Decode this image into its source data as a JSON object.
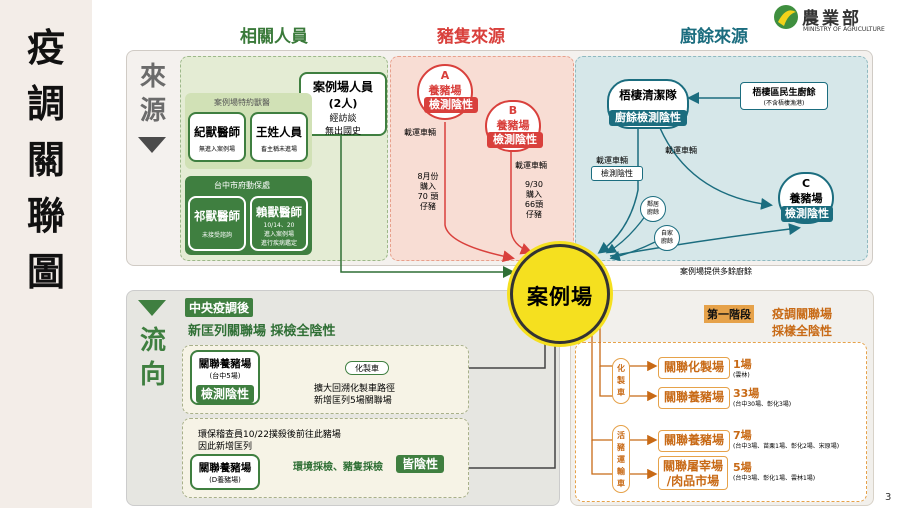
{
  "side_title": "疫調關聯圖",
  "page_number": "3",
  "logo": {
    "text": "農業部",
    "subtext": "MINISTRY OF AGRICULTURE"
  },
  "headers": {
    "related_people": "相關人員",
    "pig_source": "豬隻來源",
    "swill_source": "廚餘來源"
  },
  "source_label": [
    "來",
    "源"
  ],
  "flow_label": [
    "流",
    "向"
  ],
  "center": "案例場",
  "people": {
    "case_farm_person": {
      "title": "案例場人員",
      "count": "(2人)",
      "note1": "經訪談",
      "note2": "無出國史"
    },
    "special_vet_label": "案例場特約獸醫",
    "vet_ji": {
      "name": "紀獸醫師",
      "note": "無進入案例場"
    },
    "vet_wang": {
      "name": "王姓人員",
      "note": "畜主稱未進場"
    },
    "gov_vet_label": "台中市府動保處",
    "vet_qi": {
      "name": "祁獸醫師",
      "note": "未接受諮詢"
    },
    "vet_lai": {
      "name": "賴獸醫師",
      "note1": "10/14、20",
      "note2": "進入案例場",
      "note3": "進行疾病鑑定"
    }
  },
  "pig": {
    "farm_a": {
      "letter": "A",
      "name": "養豬場",
      "status": "檢測陰性"
    },
    "farm_b": {
      "letter": "B",
      "name": "養豬場",
      "status": "檢測陰性"
    },
    "vehicle_a": "載運車輛",
    "vehicle_b": "載運車輛",
    "purchase_a": [
      "8月份",
      "購入",
      "70 頭",
      "仔豬"
    ],
    "purchase_b": [
      "9/30",
      "購入",
      "66頭",
      "仔豬"
    ]
  },
  "swill": {
    "cleaning_team": "梧棲清潔隊",
    "cleaning_status": "廚餘檢測陰性",
    "residents": {
      "title": "梧棲區民生廚餘",
      "note": "(不含梧棲漁港)"
    },
    "vehicle_left": "載運車輛",
    "vehicle_right": "載運車輛",
    "vehicle_status": "檢測陰性",
    "neighbor": [
      "鄰居",
      "廚餘"
    ],
    "self_prepared": [
      "自家",
      "廚餘"
    ],
    "farm_c": {
      "letter": "C",
      "name": "養豬場",
      "status": "檢測陰性"
    },
    "extra_swill": "案例場提供多餘廚餘"
  },
  "flow_left": {
    "heading1": "中央疫調後",
    "heading2": "新匡列關聯場 採檢全陰性",
    "related_farm": {
      "name": "關聯養豬場",
      "note": "(台中5場)",
      "status": "檢測陰性"
    },
    "rendering_truck": "化製車",
    "rendering_note1": "擴大回溯化製車路徑",
    "rendering_note2": "新增匡列5場關聯場",
    "env_note1": "環保稽查員10/22撲殺後前往此豬場",
    "env_note2": "因此新增匡列",
    "farm_d": {
      "name": "關聯養豬場",
      "note": "(D養豬場)"
    },
    "sampling": "環境採檢、豬隻採檢",
    "sampling_result": "皆陰性"
  },
  "flow_right": {
    "stage_tag": "第一階段",
    "stage_title1": "疫調關聯場",
    "stage_title2": "採樣全陰性",
    "rendering_truck_vertical": [
      "化",
      "製",
      "車"
    ],
    "live_pig_vertical": [
      "活",
      "豬",
      "運",
      "輸",
      "車"
    ],
    "items": [
      {
        "name": "關聯化製場",
        "count": "1場",
        "detail": "(雲林)"
      },
      {
        "name": "關聯養豬場",
        "count": "33場",
        "detail": "(台中30場、彰化3場)"
      },
      {
        "name": "關聯養豬場",
        "count": "7場",
        "detail": "(台中3場、苗栗1場、彰化2場、宋原場)"
      },
      {
        "name": "關聯屠宰場",
        "name2": "/肉品市場",
        "count": "5場",
        "detail": "(台中3場、彰化1場、雲林1場)"
      }
    ]
  },
  "colors": {
    "people_bg": "#e4ecd4",
    "pig_bg": "#f8ddd4",
    "swill_bg": "#d6e7e9",
    "flow_left_bg": "#e6e6e1",
    "flow_right_bg": "#f2f0ec",
    "center_yellow": "#f5e01f",
    "red": "#d9403c",
    "teal": "#1b6d7f",
    "green": "#3f7f40",
    "orange": "#e6a24a"
  }
}
